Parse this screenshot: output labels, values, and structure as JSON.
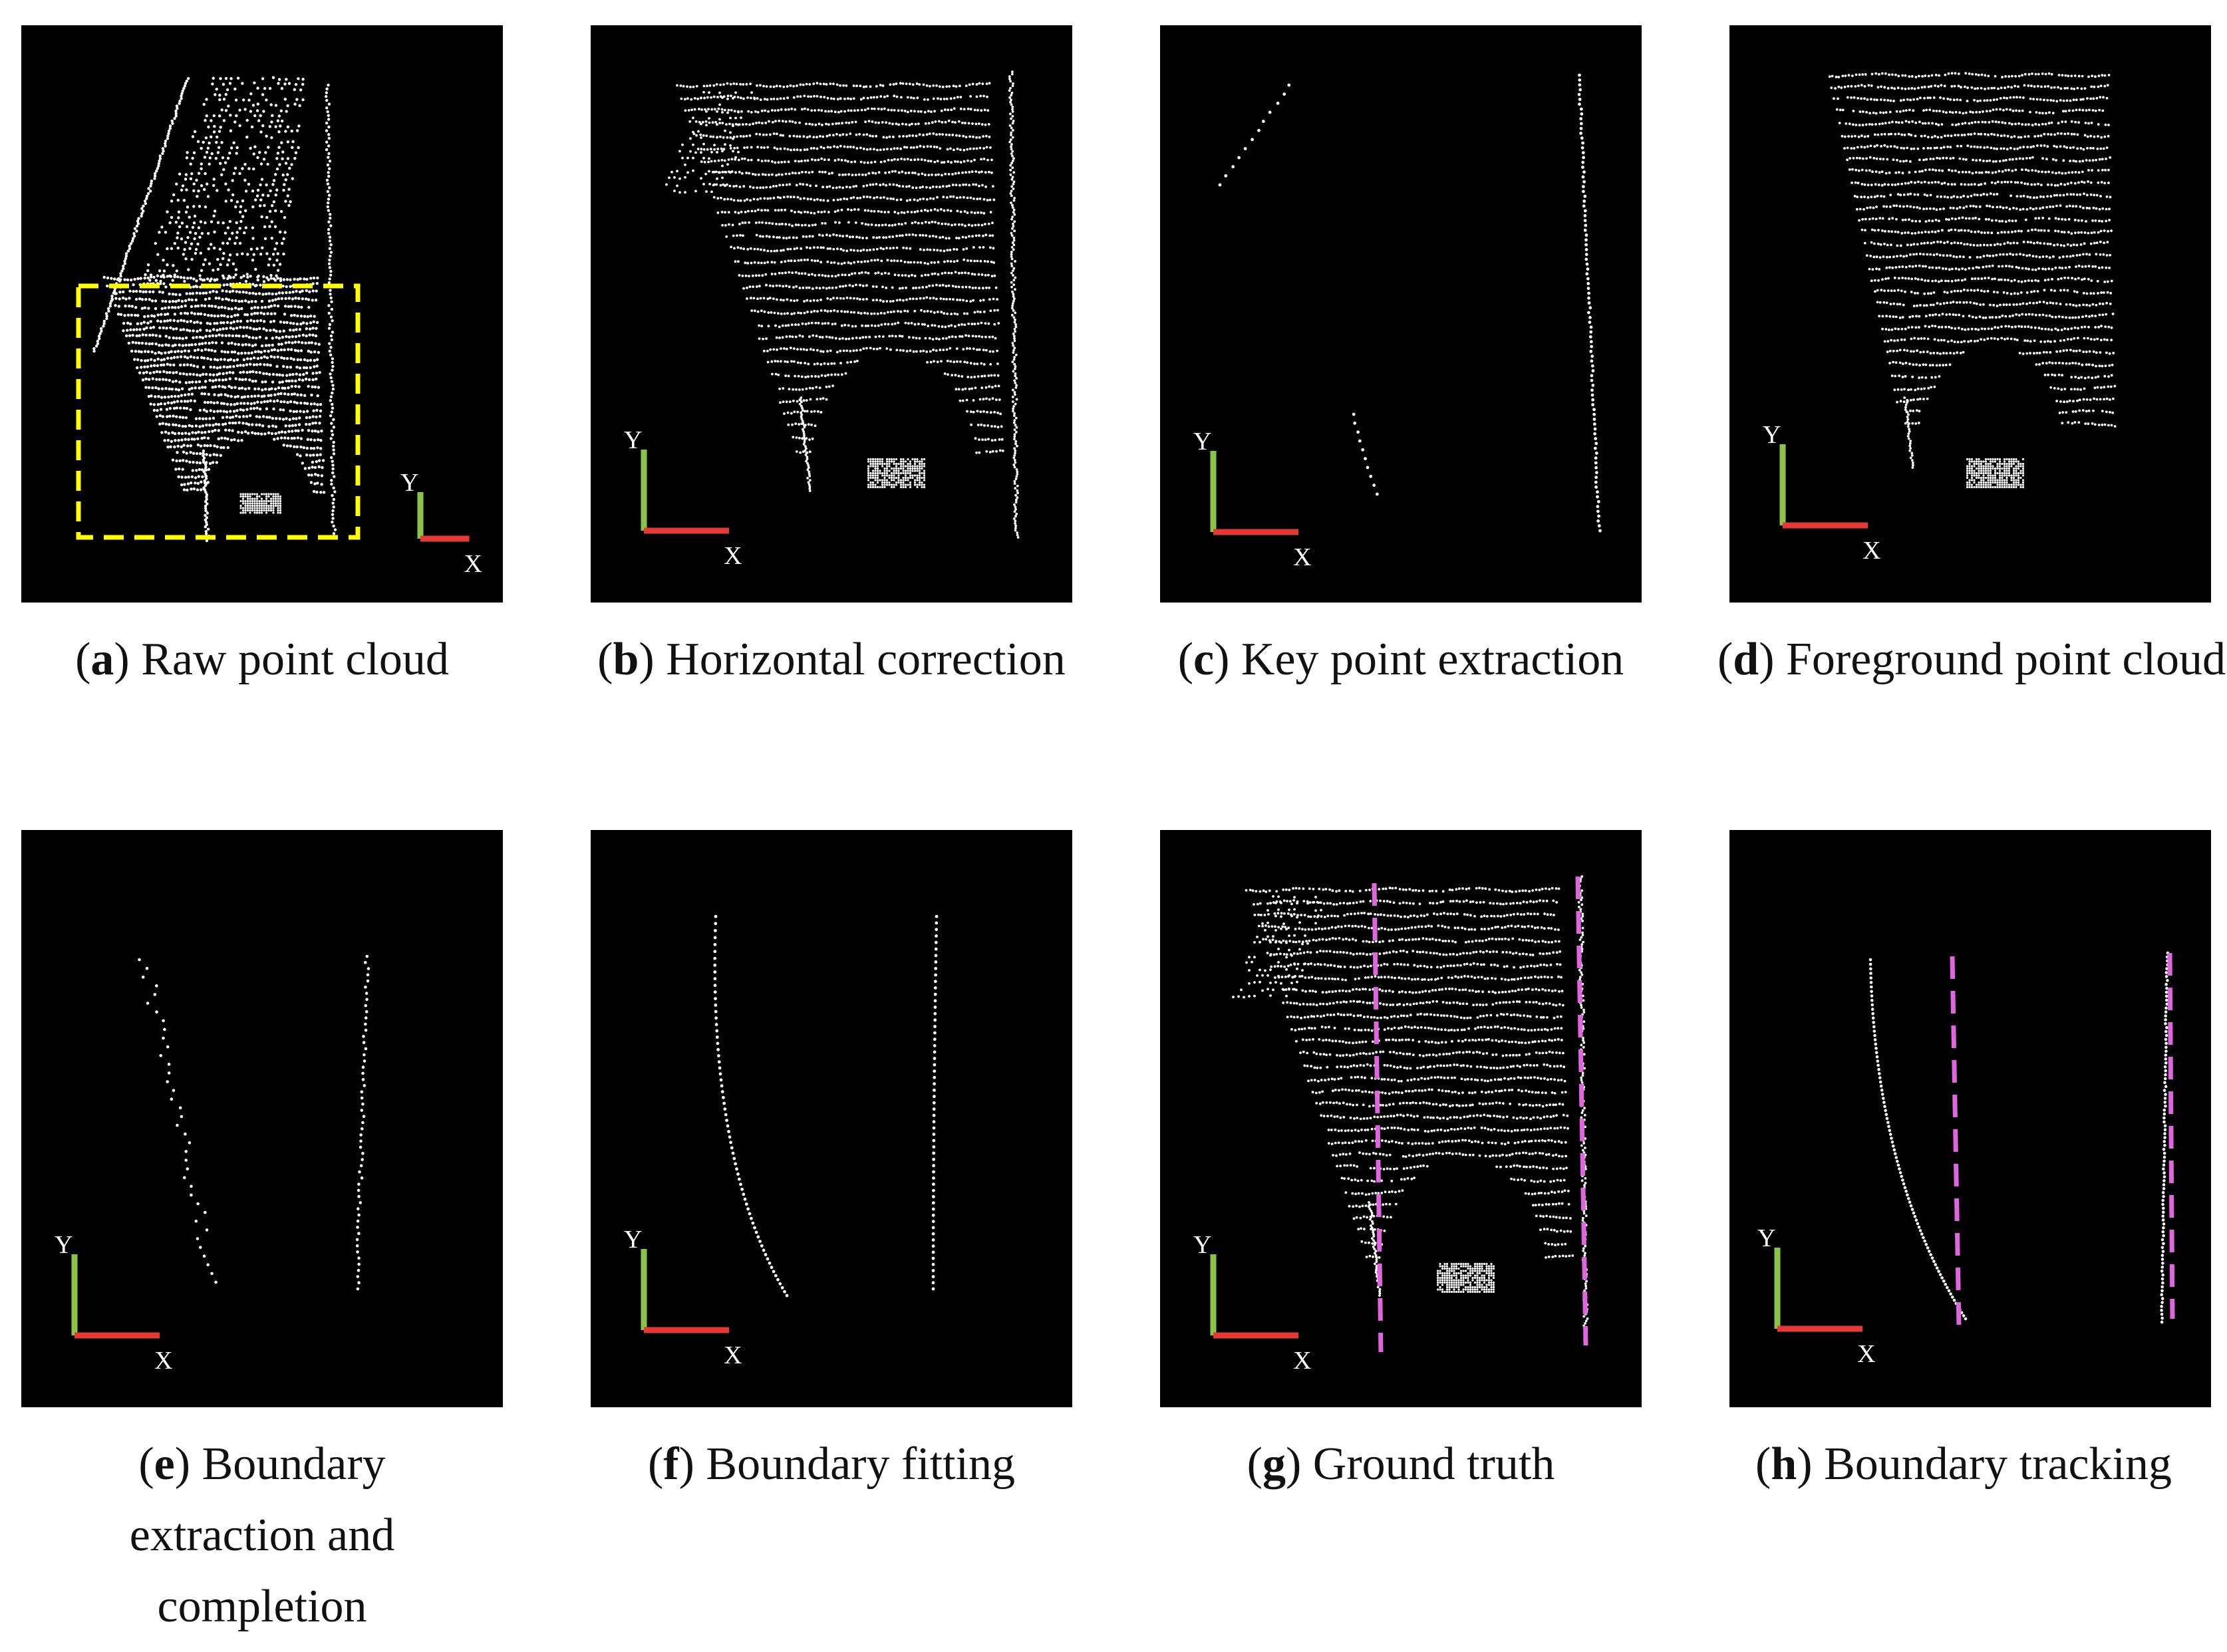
{
  "figure": {
    "panels": [
      {
        "letter": "a",
        "caption": "Raw point cloud",
        "axis_y": "Y",
        "axis_x": "X"
      },
      {
        "letter": "b",
        "caption": "Horizontal correction",
        "axis_y": "Y",
        "axis_x": "X"
      },
      {
        "letter": "c",
        "caption": "Key point extraction",
        "axis_y": "Y",
        "axis_x": "X"
      },
      {
        "letter": "d",
        "caption": "Foreground point cloud",
        "axis_y": "Y",
        "axis_x": "X"
      },
      {
        "letter": "e",
        "caption": "Boundary extraction and completion",
        "axis_y": "Y",
        "axis_x": "X"
      },
      {
        "letter": "f",
        "caption": "Boundary fitting",
        "axis_y": "Y",
        "axis_x": "X"
      },
      {
        "letter": "g",
        "caption": "Ground truth",
        "axis_y": "Y",
        "axis_x": "X"
      },
      {
        "letter": "h",
        "caption": "Boundary tracking",
        "axis_y": "Y",
        "axis_x": "X"
      }
    ],
    "colors": {
      "panel_background": "#000000",
      "points": "#ffffff",
      "axis_y": "#8bc34a",
      "axis_x": "#e53935",
      "roi_box": "#ffff00",
      "ground_truth": "#e066e0"
    }
  }
}
